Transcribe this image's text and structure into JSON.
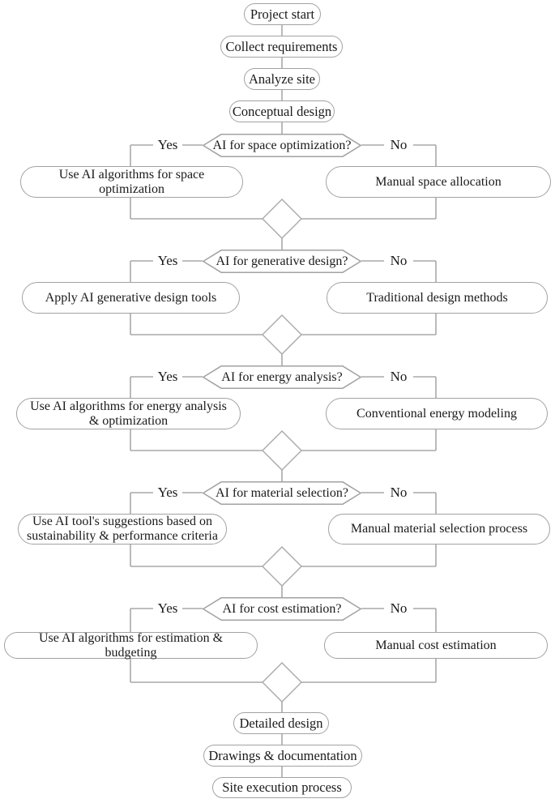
{
  "flowchart": {
    "top": {
      "start": "Project start",
      "collect": "Collect requirements",
      "analyze": "Analyze site",
      "conceptual": "Conceptual design"
    },
    "branch_labels": {
      "yes": "Yes",
      "no": "No"
    },
    "decisions": [
      {
        "question": "AI for space optimization?",
        "yes_action": "Use AI algorithms for space optimization",
        "no_action": "Manual space allocation"
      },
      {
        "question": "AI for generative design?",
        "yes_action": "Apply AI generative design tools",
        "no_action": "Traditional design methods"
      },
      {
        "question": "AI for energy analysis?",
        "yes_action": "Use AI algorithms for energy analysis & optimization",
        "no_action": "Conventional energy modeling"
      },
      {
        "question": "AI for material selection?",
        "yes_action": "Use AI tool's suggestions based on sustainability & performance criteria",
        "no_action": "Manual  material selection process"
      },
      {
        "question": "AI for cost estimation?",
        "yes_action": "Use AI algorithms for estimation & budgeting",
        "no_action": "Manual  cost estimation"
      }
    ],
    "bottom": {
      "detailed": "Detailed design",
      "drawings": "Drawings & documentation",
      "site": "Site execution process"
    },
    "colors": {
      "line": "#a9a9a9",
      "border": "#a2a2a2",
      "text": "#1a1a1a",
      "background": "#ffffff"
    }
  }
}
